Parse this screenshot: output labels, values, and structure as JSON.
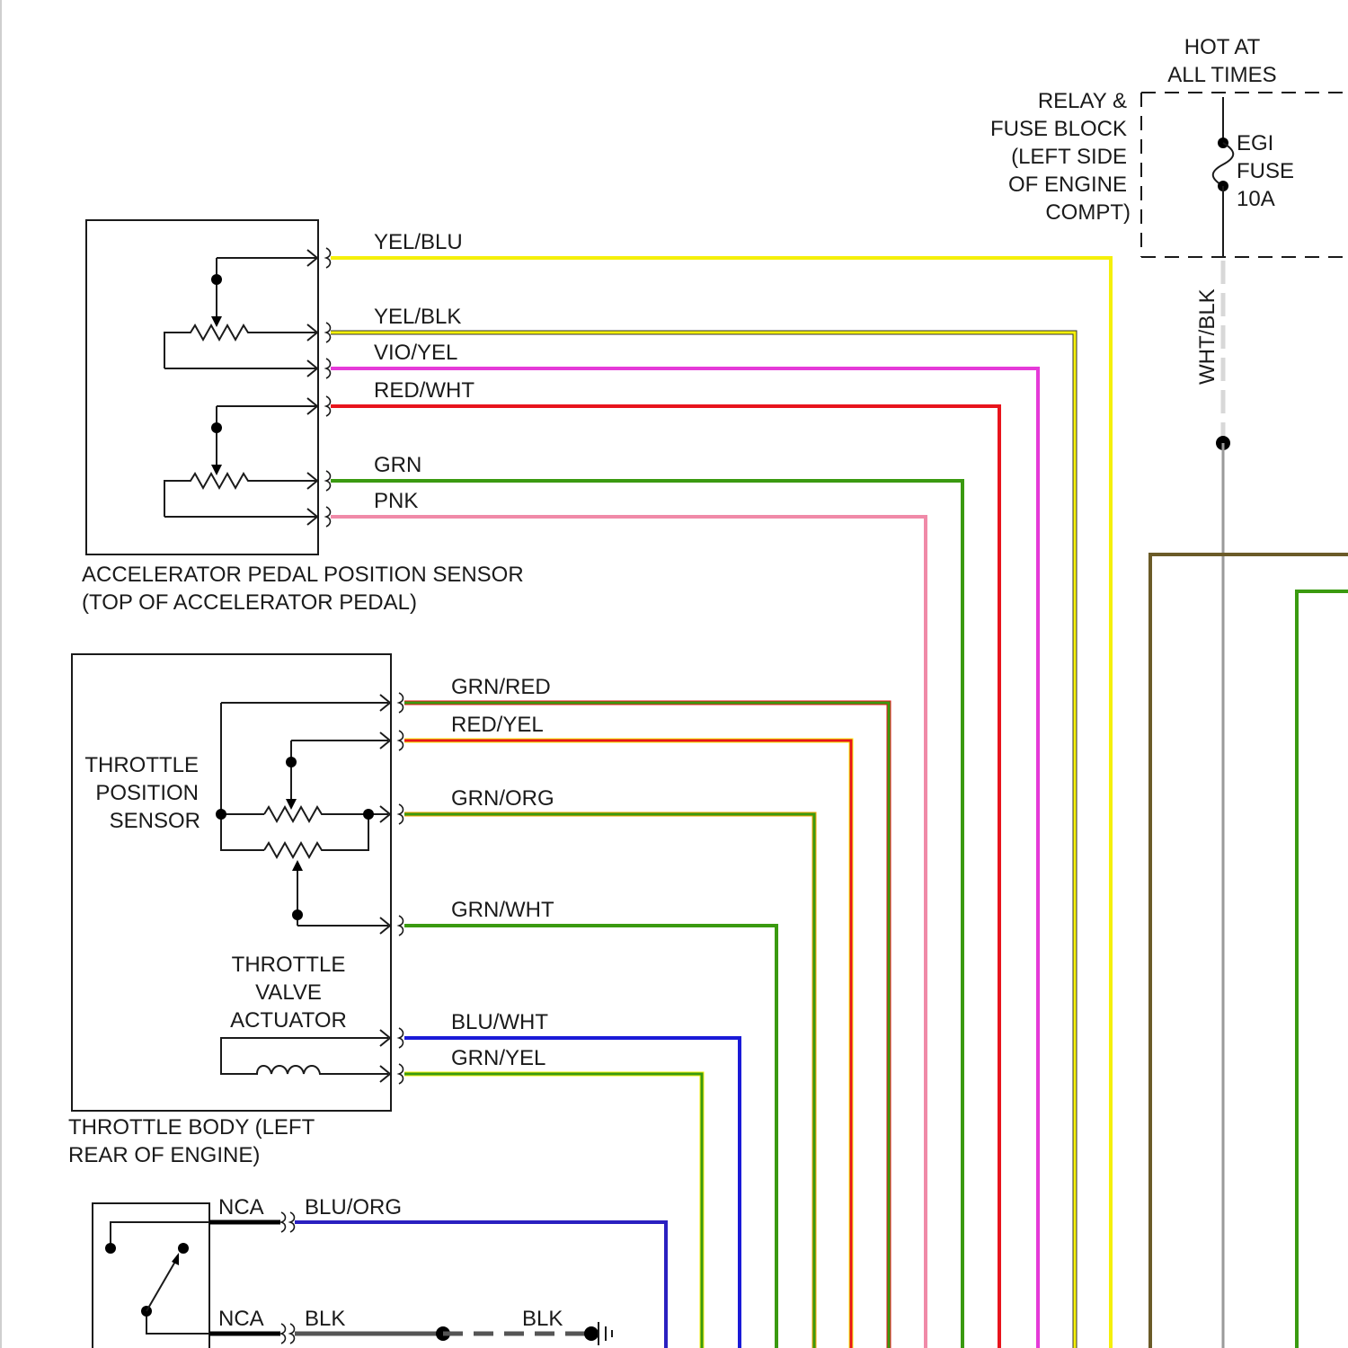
{
  "fuse_block": {
    "hot_line1": "HOT AT",
    "hot_line2": "ALL TIMES",
    "title_lines": [
      "RELAY &",
      "FUSE BLOCK",
      "(LEFT SIDE",
      "OF ENGINE",
      "COMPT)"
    ],
    "fuse_lines": [
      "EGI",
      "FUSE",
      "10A"
    ],
    "feed_wire": "WHT/BLK"
  },
  "apps": {
    "caption1": "ACCELERATOR PEDAL POSITION SENSOR",
    "caption2": "(TOP OF ACCELERATOR PEDAL)",
    "wires": [
      {
        "label": "YEL/BLU",
        "color": "#f5f00a"
      },
      {
        "label": "YEL/BLK",
        "color": "#f5f00a",
        "stripe": "#333333"
      },
      {
        "label": "VIO/YEL",
        "color": "#e53ad8"
      },
      {
        "label": "RED/WHT",
        "color": "#e8141c"
      },
      {
        "label": "GRN",
        "color": "#3a9a10"
      },
      {
        "label": "PNK",
        "color": "#f08aa8"
      }
    ]
  },
  "throttle_body": {
    "tps_lines": [
      "THROTTLE",
      "POSITION",
      "SENSOR"
    ],
    "actuator_lines": [
      "THROTTLE",
      "VALVE",
      "ACTUATOR"
    ],
    "caption1": "THROTTLE BODY (LEFT",
    "caption2": "REAR OF ENGINE)",
    "wires": [
      {
        "label": "GRN/RED",
        "color": "#3a9a10",
        "stripe": "#e8141c"
      },
      {
        "label": "RED/YEL",
        "color": "#e8141c",
        "stripe": "#f5f00a"
      },
      {
        "label": "GRN/ORG",
        "color": "#3a9a10",
        "stripe": "#f5a000"
      },
      {
        "label": "GRN/WHT",
        "color": "#3a9a10"
      },
      {
        "label": "BLU/WHT",
        "color": "#1a1ad8"
      },
      {
        "label": "GRN/YEL",
        "color": "#3a9a10",
        "stripe": "#f5f00a"
      }
    ]
  },
  "switch": {
    "wires": [
      {
        "conn": "NCA",
        "label": "BLU/ORG",
        "color": "#2a20c0"
      },
      {
        "conn": "NCA",
        "label": "BLK",
        "color": "#555555"
      }
    ],
    "ground_label": "BLK"
  },
  "right_wires": {
    "brown": "#6b5b28",
    "green": "#3a9a10",
    "gray": "#888888"
  }
}
